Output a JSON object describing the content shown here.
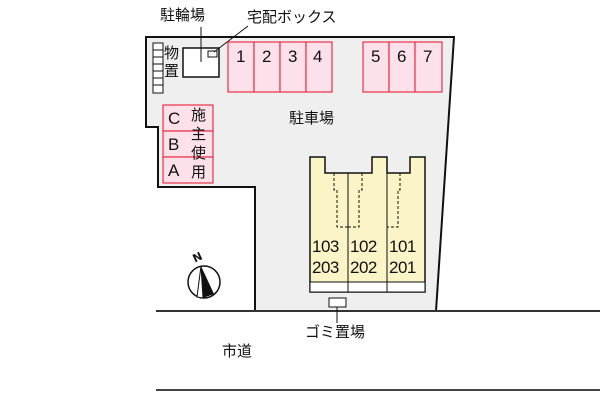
{
  "labels": {
    "bicycle_parking": "駐輪場",
    "delivery_box": "宅配ボックス",
    "storage": "物置",
    "parking": "駐車場",
    "owner_use": "施主使用",
    "garbage": "ゴミ置場",
    "road": "市道",
    "north": "N"
  },
  "parking_spaces_left": [
    "1",
    "2",
    "3",
    "4"
  ],
  "parking_spaces_right": [
    "5",
    "6",
    "7"
  ],
  "owner_spaces": [
    "C",
    "B",
    "A"
  ],
  "units": [
    {
      "lower": "103",
      "upper": "203"
    },
    {
      "lower": "102",
      "upper": "202"
    },
    {
      "lower": "101",
      "upper": "201"
    }
  ],
  "colors": {
    "lot": "#efefef",
    "parking_fill": "#fde1ea",
    "parking_border": "#e8304a",
    "building": "#fbf4c6"
  }
}
